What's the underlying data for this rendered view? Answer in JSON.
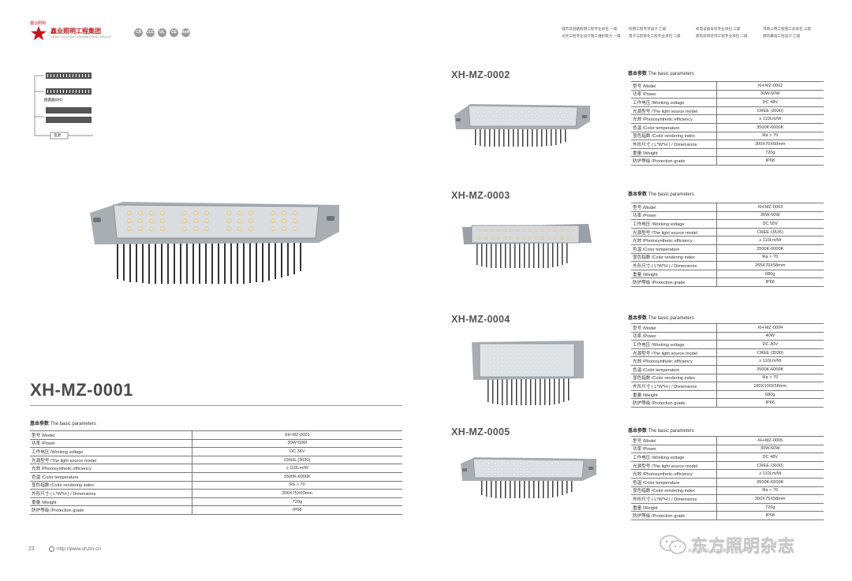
{
  "header": {
    "brand_cn": "鑫业照明",
    "brand_name": "鑫业照明工程集团",
    "brand_en": "XINYE LIGHTING ENGINEERING GROUP",
    "certs": [
      "CB",
      "CCC",
      "UL",
      "CE",
      "RoHS"
    ],
    "qualifications": [
      "城市及道路照明工程专业承包 一级",
      "照明工程专项设计 乙级",
      "机电设备安装专业承包 三级",
      "市政公用工程施工总承包 三级",
      "光伏工程专业设计施工维护能力 一级",
      "电子与智能化工程专业承包 二级",
      "建筑装修装饰工程专业承包 二级",
      "建筑幕墙工程设计 乙级"
    ]
  },
  "wiring": {
    "label_1": "防雷器SPD",
    "label_2": "电源"
  },
  "param_heading_cn": "基本参数",
  "param_heading_en": "The basic parameters",
  "products": [
    {
      "model": "XH-MZ-0001",
      "rows": [
        {
          "label": "型号 /Model",
          "value": "XH-MZ-0001"
        },
        {
          "label": "功率 /Power",
          "value": "30W-50W"
        },
        {
          "label": "工作电压 /Working voltage",
          "value": "DC 36V"
        },
        {
          "label": "光源型号 /The light source model",
          "value": "CREE (3030)"
        },
        {
          "label": "光效 /Photosynthetic efficiency",
          "value": "≥ 110Lm/W"
        },
        {
          "label": "色温 /Color temperature",
          "value": "3500K-6000K"
        },
        {
          "label": "显色指数 /Color rendering index",
          "value": "Ra > 70"
        },
        {
          "label": "外形尺寸 ( L*W*H ) / Dimensions",
          "value": "300X75X60mm"
        },
        {
          "label": "重量 /Weight",
          "value": "720g"
        },
        {
          "label": "防护等级 /Protection grade",
          "value": "IP68"
        }
      ]
    },
    {
      "model": "XH-MZ-0002",
      "rows": [
        {
          "label": "型号 /Model",
          "value": "XH-MZ-0002"
        },
        {
          "label": "功率 /Power",
          "value": "30W-60W"
        },
        {
          "label": "工作电压 /Working voltage",
          "value": "DC 48V"
        },
        {
          "label": "光源型号 /The light source model",
          "value": "CREE (3030)"
        },
        {
          "label": "光效 /Photosynthetic efficiency",
          "value": "≥ 110Lm/W"
        },
        {
          "label": "色温 /Color temperature",
          "value": "3500K-6000K"
        },
        {
          "label": "显色指数 /Color rendering index",
          "value": "Ra > 70"
        },
        {
          "label": "外形尺寸 ( L*W*H ) / Dimensions",
          "value": "300X70X60mm"
        },
        {
          "label": "重量 /Weight",
          "value": "720g"
        },
        {
          "label": "防护等级 /Protection grade",
          "value": "IP68"
        }
      ]
    },
    {
      "model": "XH-MZ-0003",
      "rows": [
        {
          "label": "型号 /Model",
          "value": "XH-MZ-0003"
        },
        {
          "label": "功率 /Power",
          "value": "30W-50W"
        },
        {
          "label": "工作电压 /Working voltage",
          "value": "DC 55V"
        },
        {
          "label": "光源型号 /The light source model",
          "value": "CREE (3535)"
        },
        {
          "label": "光效 /Photosynthetic efficiency",
          "value": "≥ 110Lm/W"
        },
        {
          "label": "色温 /Color temperature",
          "value": "3500K-6000K"
        },
        {
          "label": "显色指数 /Color rendering index",
          "value": "Ra > 70"
        },
        {
          "label": "外形尺寸 ( L*W*H ) / Dimensions",
          "value": "265X70X58mm"
        },
        {
          "label": "重量 /Weight",
          "value": "680g"
        },
        {
          "label": "防护等级 /Protection grade",
          "value": "IP66"
        }
      ]
    },
    {
      "model": "XH-MZ-0004",
      "rows": [
        {
          "label": "型号 /Model",
          "value": "XH-MZ-0004"
        },
        {
          "label": "功率 /Power",
          "value": "40W"
        },
        {
          "label": "工作电压 /Working voltage",
          "value": "DC 30V"
        },
        {
          "label": "光源型号 /The light source model",
          "value": "CREE (3030)"
        },
        {
          "label": "光效 /Photosynthetic efficiency",
          "value": "≥ 110Lm/W"
        },
        {
          "label": "色温 /Color temperature",
          "value": "3500K-6000K"
        },
        {
          "label": "显色指数 /Color rendering index",
          "value": "Ra > 70"
        },
        {
          "label": "外形尺寸 ( L*W*H ) / Dimensions",
          "value": "180X100X58mm"
        },
        {
          "label": "重量 /Weight",
          "value": "680g"
        },
        {
          "label": "防护等级 /Protection grade",
          "value": "IP66"
        }
      ]
    },
    {
      "model": "XH-MZ-0005",
      "rows": [
        {
          "label": "型号 /Model",
          "value": "XH-MZ-0005"
        },
        {
          "label": "功率 /Power",
          "value": "30W-60W"
        },
        {
          "label": "工作电压 /Working voltage",
          "value": "DC 48V"
        },
        {
          "label": "光源型号 /The light source model",
          "value": "CREE (3030)"
        },
        {
          "label": "光效 /Photosynthetic efficiency",
          "value": "≥ 110Lm/W"
        },
        {
          "label": "色温 /Color temperature",
          "value": "3500K-6000K"
        },
        {
          "label": "显色指数 /Color rendering index",
          "value": "Ra > 70"
        },
        {
          "label": "外形尺寸 ( L*W*H ) / Dimensions",
          "value": "300X75X58mm"
        },
        {
          "label": "重量 /Weight",
          "value": "720g"
        },
        {
          "label": "防护等级 /Protection grade",
          "value": "IP68"
        }
      ]
    }
  ],
  "footer": {
    "page_number": "23",
    "website": "http://www.xhzm.cn",
    "watermark": "东方照明杂志",
    "small_text": "东方照明杂志 | 全国照明行业专业期刊"
  },
  "colors": {
    "brand_red": "#c4161c",
    "text_gray": "#4a4a4a",
    "rule_gray": "#777777"
  }
}
